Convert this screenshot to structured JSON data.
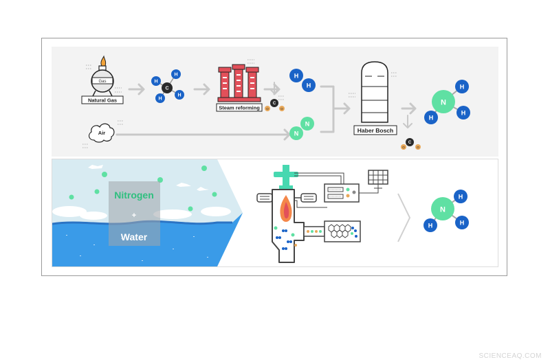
{
  "top": {
    "natural_gas_label": "Natural Gas",
    "gas_tank_label": "Gas",
    "air_label": "Air",
    "steam_reforming_label": "Steam reforming",
    "haber_bosch_label": "Haber Bosch"
  },
  "atoms": {
    "hydrogen": "H",
    "carbon": "C",
    "nitrogen": "N",
    "oxygen": "O"
  },
  "bottom": {
    "nitrogen_label": "Nitrogen",
    "plus_label": "+",
    "water_label": "Water"
  },
  "watermark": "SCIENCEAQ.COM",
  "colors": {
    "hydrogen": "#1a63c7",
    "nitrogen": "#5fe0a3",
    "carbon": "#2a2a2a",
    "oxygen": "#e8a85a",
    "arrow": "#c8c8c8",
    "nitrogen_text": "#2fbf7f",
    "water_text": "#ffffff",
    "sky": "#d8ebf2",
    "sea": "#3a9be8",
    "factory_red": "#e2505a",
    "machine_teal": "#47d8b0"
  }
}
